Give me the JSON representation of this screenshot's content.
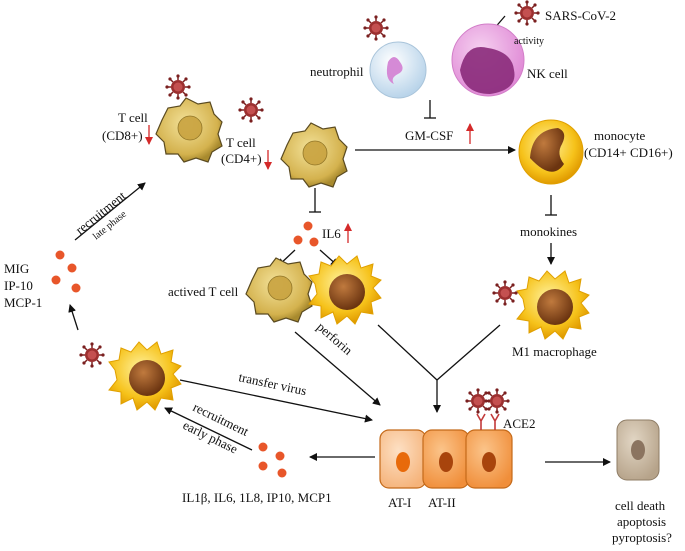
{
  "labels": {
    "sars_cov_2": "SARS-CoV-2",
    "activity": "activity",
    "neutrophil": "neutrophil",
    "nk_cell": "NK cell",
    "gm_csf": "GM-CSF",
    "t_cell_cd8_line1": "T cell",
    "t_cell_cd8_line2": "(CD8+)",
    "t_cell_cd4_line1": "T cell",
    "t_cell_cd4_line2": "(CD4+)",
    "monocyte_line1": "monocyte",
    "monocyte_line2": "(CD14+ CD16+)",
    "monokines": "monokines",
    "il6": "IL6",
    "actived_t_cell": "actived T cell",
    "m1_macrophage": "M1 macrophage",
    "mig": "MIG",
    "ip10": "IP-10",
    "mcp1": "MCP-1",
    "recruitment_late": "recruitment",
    "late_phase": "late phase",
    "perforin": "perforin",
    "transfer_virus": "transfer virus",
    "recruitment_early": "recruitment",
    "early_phase": "early phase",
    "ace2": "ACE2",
    "at1": "AT-I",
    "at2": "AT-II",
    "cytokines": "IL1β, IL6, 1L8, IP10, MCP1",
    "cell_death": "cell death",
    "apoptosis": "apoptosis",
    "pyroptosis": "pyroptosis?"
  },
  "colors": {
    "virus": "#8b2323",
    "cytokine_dot": "#e8562a",
    "t_cell_body": "#c9a94a",
    "macrophage_body": "#f4b400",
    "macrophage_nucleus": "#8b4a1e",
    "epithelial_cell": "#f7a55c",
    "epithelial_nucleus": "#c84a0a",
    "dead_cell": "#b9a58c",
    "up_arrow": "#d42a2a",
    "nk_cell": "#e9a4e0",
    "neutrophil": "#d6e8f4"
  }
}
